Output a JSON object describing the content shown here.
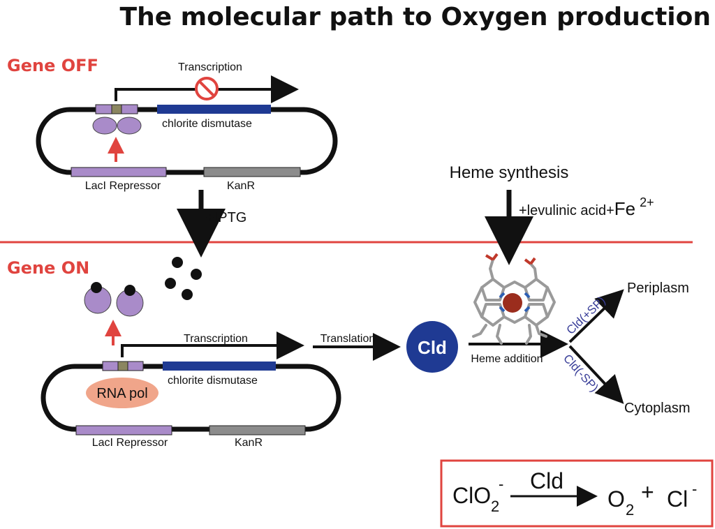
{
  "title": "The molecular path to Oxygen production",
  "gene_off": {
    "label": "Gene OFF",
    "transcription": "Transcription",
    "gene": "chlorite dismutase",
    "repressor": "LacI Repressor",
    "kan": "KanR"
  },
  "iptg": "+IPTG",
  "gene_on": {
    "label": "Gene ON",
    "transcription": "Transcription",
    "gene": "chlorite dismutase",
    "rna_pol": "RNA pol",
    "repressor": "LacI Repressor",
    "kan": "KanR"
  },
  "translation": "Translation",
  "cld": "Cld",
  "heme": {
    "synthesis": "Heme synthesis",
    "additives": "+levulinic acid+",
    "fe": "Fe",
    "fe_charge": "2+",
    "addition": "Heme addition"
  },
  "routes": {
    "plus_sp": "Cld(+SP)",
    "minus_sp": "Cld(-SP)",
    "periplasm": "Periplasm",
    "cytoplasm": "Cytoplasm"
  },
  "equation": {
    "reactant": "ClO",
    "reactant_sub": "2",
    "reactant_sup": "-",
    "enzyme": "Cld",
    "product1": "O",
    "product1_sub": "2",
    "plus": "+",
    "product2": "Cl",
    "product2_sup": "-"
  },
  "colors": {
    "accent_red": "#e0443f",
    "gene_blue": "#1f3a93",
    "repressor_purple": "#a98bc9",
    "kan_gray": "#8c8c8c",
    "rna_pol": "#f0a58a",
    "cld_circle": "#1f3a93"
  }
}
